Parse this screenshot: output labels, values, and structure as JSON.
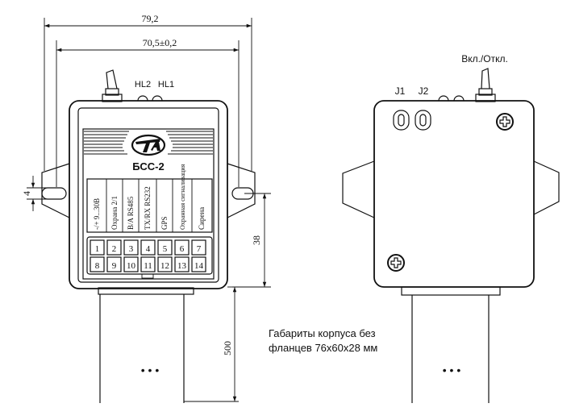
{
  "dimensions": {
    "overall_width": "79,2",
    "mount_spacing": "70,5±0,2",
    "hole_size": "4",
    "height_from_hole": "38",
    "cable_length": "500"
  },
  "front_view": {
    "leds": [
      "HL2",
      "HL1"
    ],
    "device_name": "БСС-2",
    "terminal_labels": [
      "-/+ 9...30В",
      "Охрана 2/1",
      "B/A RS485",
      "TX/RX RS232",
      "GPS",
      "Охранная сигнализация",
      "Сирена"
    ],
    "terminals_top": [
      "1",
      "2",
      "3",
      "4",
      "5",
      "6",
      "7"
    ],
    "terminals_bottom": [
      "8",
      "9",
      "10",
      "11",
      "12",
      "13",
      "14"
    ],
    "ellipsis": "• • •"
  },
  "back_view": {
    "jumpers": [
      "J1",
      "J2"
    ],
    "switch_label": "Вкл./Откл.",
    "ellipsis": "• • •"
  },
  "note": {
    "line1": "Габариты корпуса без",
    "line2": "фланцев 76х60х28 мм"
  },
  "icons": [
    "manufacturer-logo",
    "screw-icon"
  ]
}
